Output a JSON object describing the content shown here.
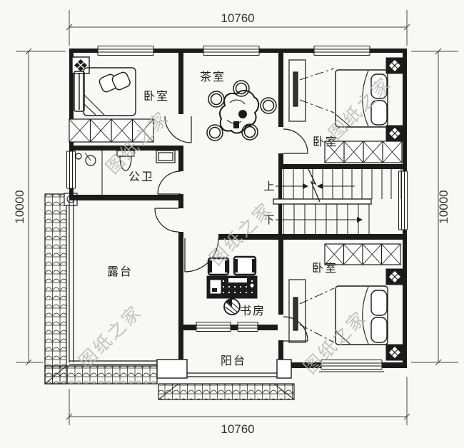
{
  "drawing": {
    "background": "#f8f8f6",
    "ink": "#1b1b1b",
    "watermark_color": "#b4b4b4"
  },
  "dimensions": {
    "width_top": "10760",
    "width_bottom": "10760",
    "height_left": "10000",
    "height_right": "10000"
  },
  "rooms": {
    "bedroom_top_left": "卧室",
    "tea_room": "茶室",
    "bedroom_top_right": "卧室",
    "bathroom": "公卫",
    "terrace": "露台",
    "study": "书房",
    "bedroom_bottom_right": "卧室",
    "balcony": "阳台"
  },
  "stairs": {
    "up_label": "上",
    "down_label": "下"
  },
  "watermark": {
    "text": "图纸之家"
  }
}
